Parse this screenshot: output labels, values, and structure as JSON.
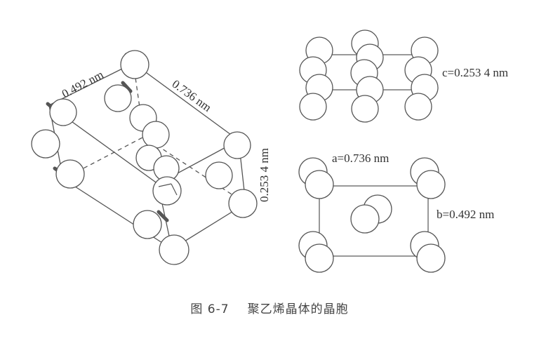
{
  "labels": {
    "edge_a_3d": "0.492 nm",
    "edge_b_3d": "0.736 nm",
    "edge_c_3d": "0.253 4 nm",
    "side_c": "c=0.253 4 nm",
    "top_a": "a=0.736 nm",
    "right_b": "b=0.492 nm"
  },
  "caption": {
    "number": "图 6-7",
    "text": "聚乙烯晶体的晶胞"
  },
  "colors": {
    "stroke": "#555555",
    "fill": "#ffffff",
    "bond": "#666666"
  }
}
